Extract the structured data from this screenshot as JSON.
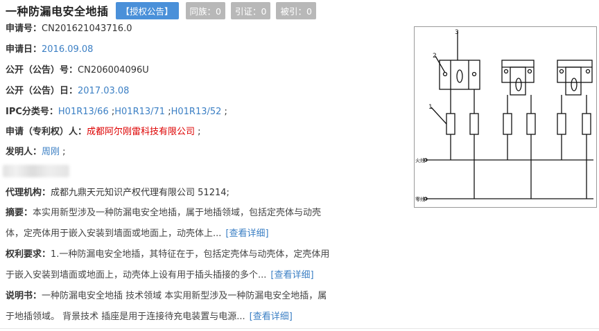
{
  "title": "一种防漏电安全地插",
  "badge_type": "【授权公告】",
  "badge_family": "同族：0",
  "badge_cite": "引证：0",
  "badge_cited": "被引：0",
  "app_no": {
    "label": "申请号：",
    "value": "CN201621043716.0"
  },
  "app_date": {
    "label": "申请日：",
    "value": "2016.09.08"
  },
  "pub_no": {
    "label": "公开（公告）号：",
    "value": "CN206004096U"
  },
  "pub_date": {
    "label": "公开（公告）日：",
    "value": "2017.03.08"
  },
  "ipc": {
    "label": "IPC分类号：",
    "codes": [
      "H01R13/66",
      "H01R13/71",
      "H01R13/52"
    ]
  },
  "applicant": {
    "label": "申请（专利权）人：",
    "value": "成都阿尔刚雷科技有限公司"
  },
  "inventor": {
    "label": "发明人：",
    "value": "周刚"
  },
  "agency": {
    "label": "代理机构：",
    "value": "成都九鼎天元知识产权代理有限公司 51214;"
  },
  "abstract": {
    "label": "摘要：",
    "line1": "本实用新型涉及一种防漏电安全地插，属于地插领域，包括定壳体与动壳",
    "line2": "体，定壳体用于嵌入安装到墙面或地面上，动壳体上...",
    "more": "[查看详细]"
  },
  "claims": {
    "label": "权利要求：",
    "line1": "1.一种防漏电安全地插，其特征在于，包括定壳体与动壳体，定壳体用",
    "line2": "于嵌入安装到墙面或地面上，动壳体上设有用于插头插接的多个...",
    "more": "[查看详细]"
  },
  "description": {
    "label": "说明书：",
    "line1": "一种防漏电安全地插 技术领域 本实用新型涉及一种防漏电安全地插，属",
    "line2": "于地插领域。 背景技术 插座是用于连接待充电装置与电源...",
    "more": "[查看详细]"
  },
  "figure": {
    "num1": "1",
    "num2": "2",
    "num3": "3",
    "line1": "火线",
    "line2": "零线"
  }
}
